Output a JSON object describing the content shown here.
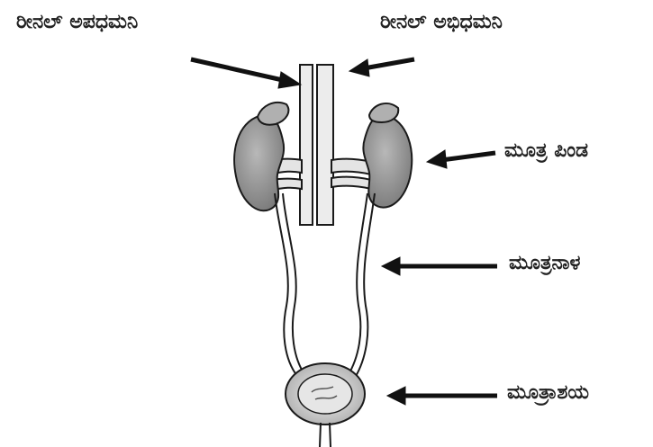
{
  "labels": {
    "renal_vein": "ರೀನಲ್ ಅಪಧಮನಿ",
    "renal_artery": "ರೀನಲ್ ಅಭಿಧಮನಿ",
    "kidney": "ಮೂತ್ರ ಪಿಂಡ",
    "ureter": "ಮೂತ್ರನಾಳ",
    "bladder": "ಮೂತ್ರಾಶಯ"
  },
  "colors": {
    "ink": "#1a1a1a",
    "kidney_fill": "#9a9a9a",
    "vessel_fill": "#e8e8e8",
    "bladder_fill": "#cfcfcf"
  }
}
